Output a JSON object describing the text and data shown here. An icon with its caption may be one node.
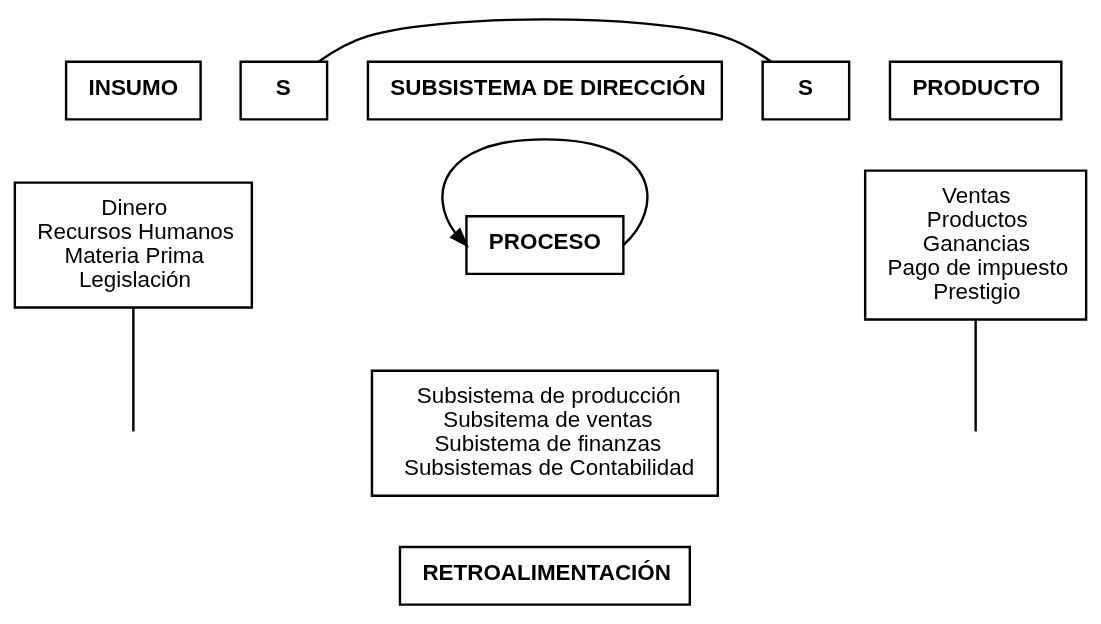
{
  "diagram": {
    "nodes": [
      {
        "text": [
          "INSUMO"
        ]
      },
      {
        "text": [
          "S"
        ]
      },
      {
        "text": [
          "SUBSISTEMA DE DIRECCIÓN"
        ]
      },
      {
        "text": [
          "S"
        ]
      },
      {
        "text": [
          "PRODUCTO"
        ]
      },
      {
        "text": [
          "Dinero Recursos Humanos Materia Prima Legislación"
        ]
      },
      {
        "text": [
          "PROCESO"
        ]
      },
      {
        "text": [
          "Subsistema de producción Subsitema de ventas Subistema de finanzas Subsistemas de Contabilidad"
        ]
      },
      {
        "text": [
          "RETROALIMENTACIÓN"
        ]
      },
      {
        "text": [
          "Ventas Productos Ganancias Pago de impuesto Prestigio"
        ]
      }
    ],
    "edges": [
      {
        "from": 1,
        "to": 3,
        "arrow": "none"
      },
      {
        "from": 6,
        "to": 6,
        "arrow": "to"
      },
      {
        "from": 5,
        "to": null,
        "arrow": "none"
      },
      {
        "from": 9,
        "to": null,
        "arrow": "none"
      }
    ]
  }
}
